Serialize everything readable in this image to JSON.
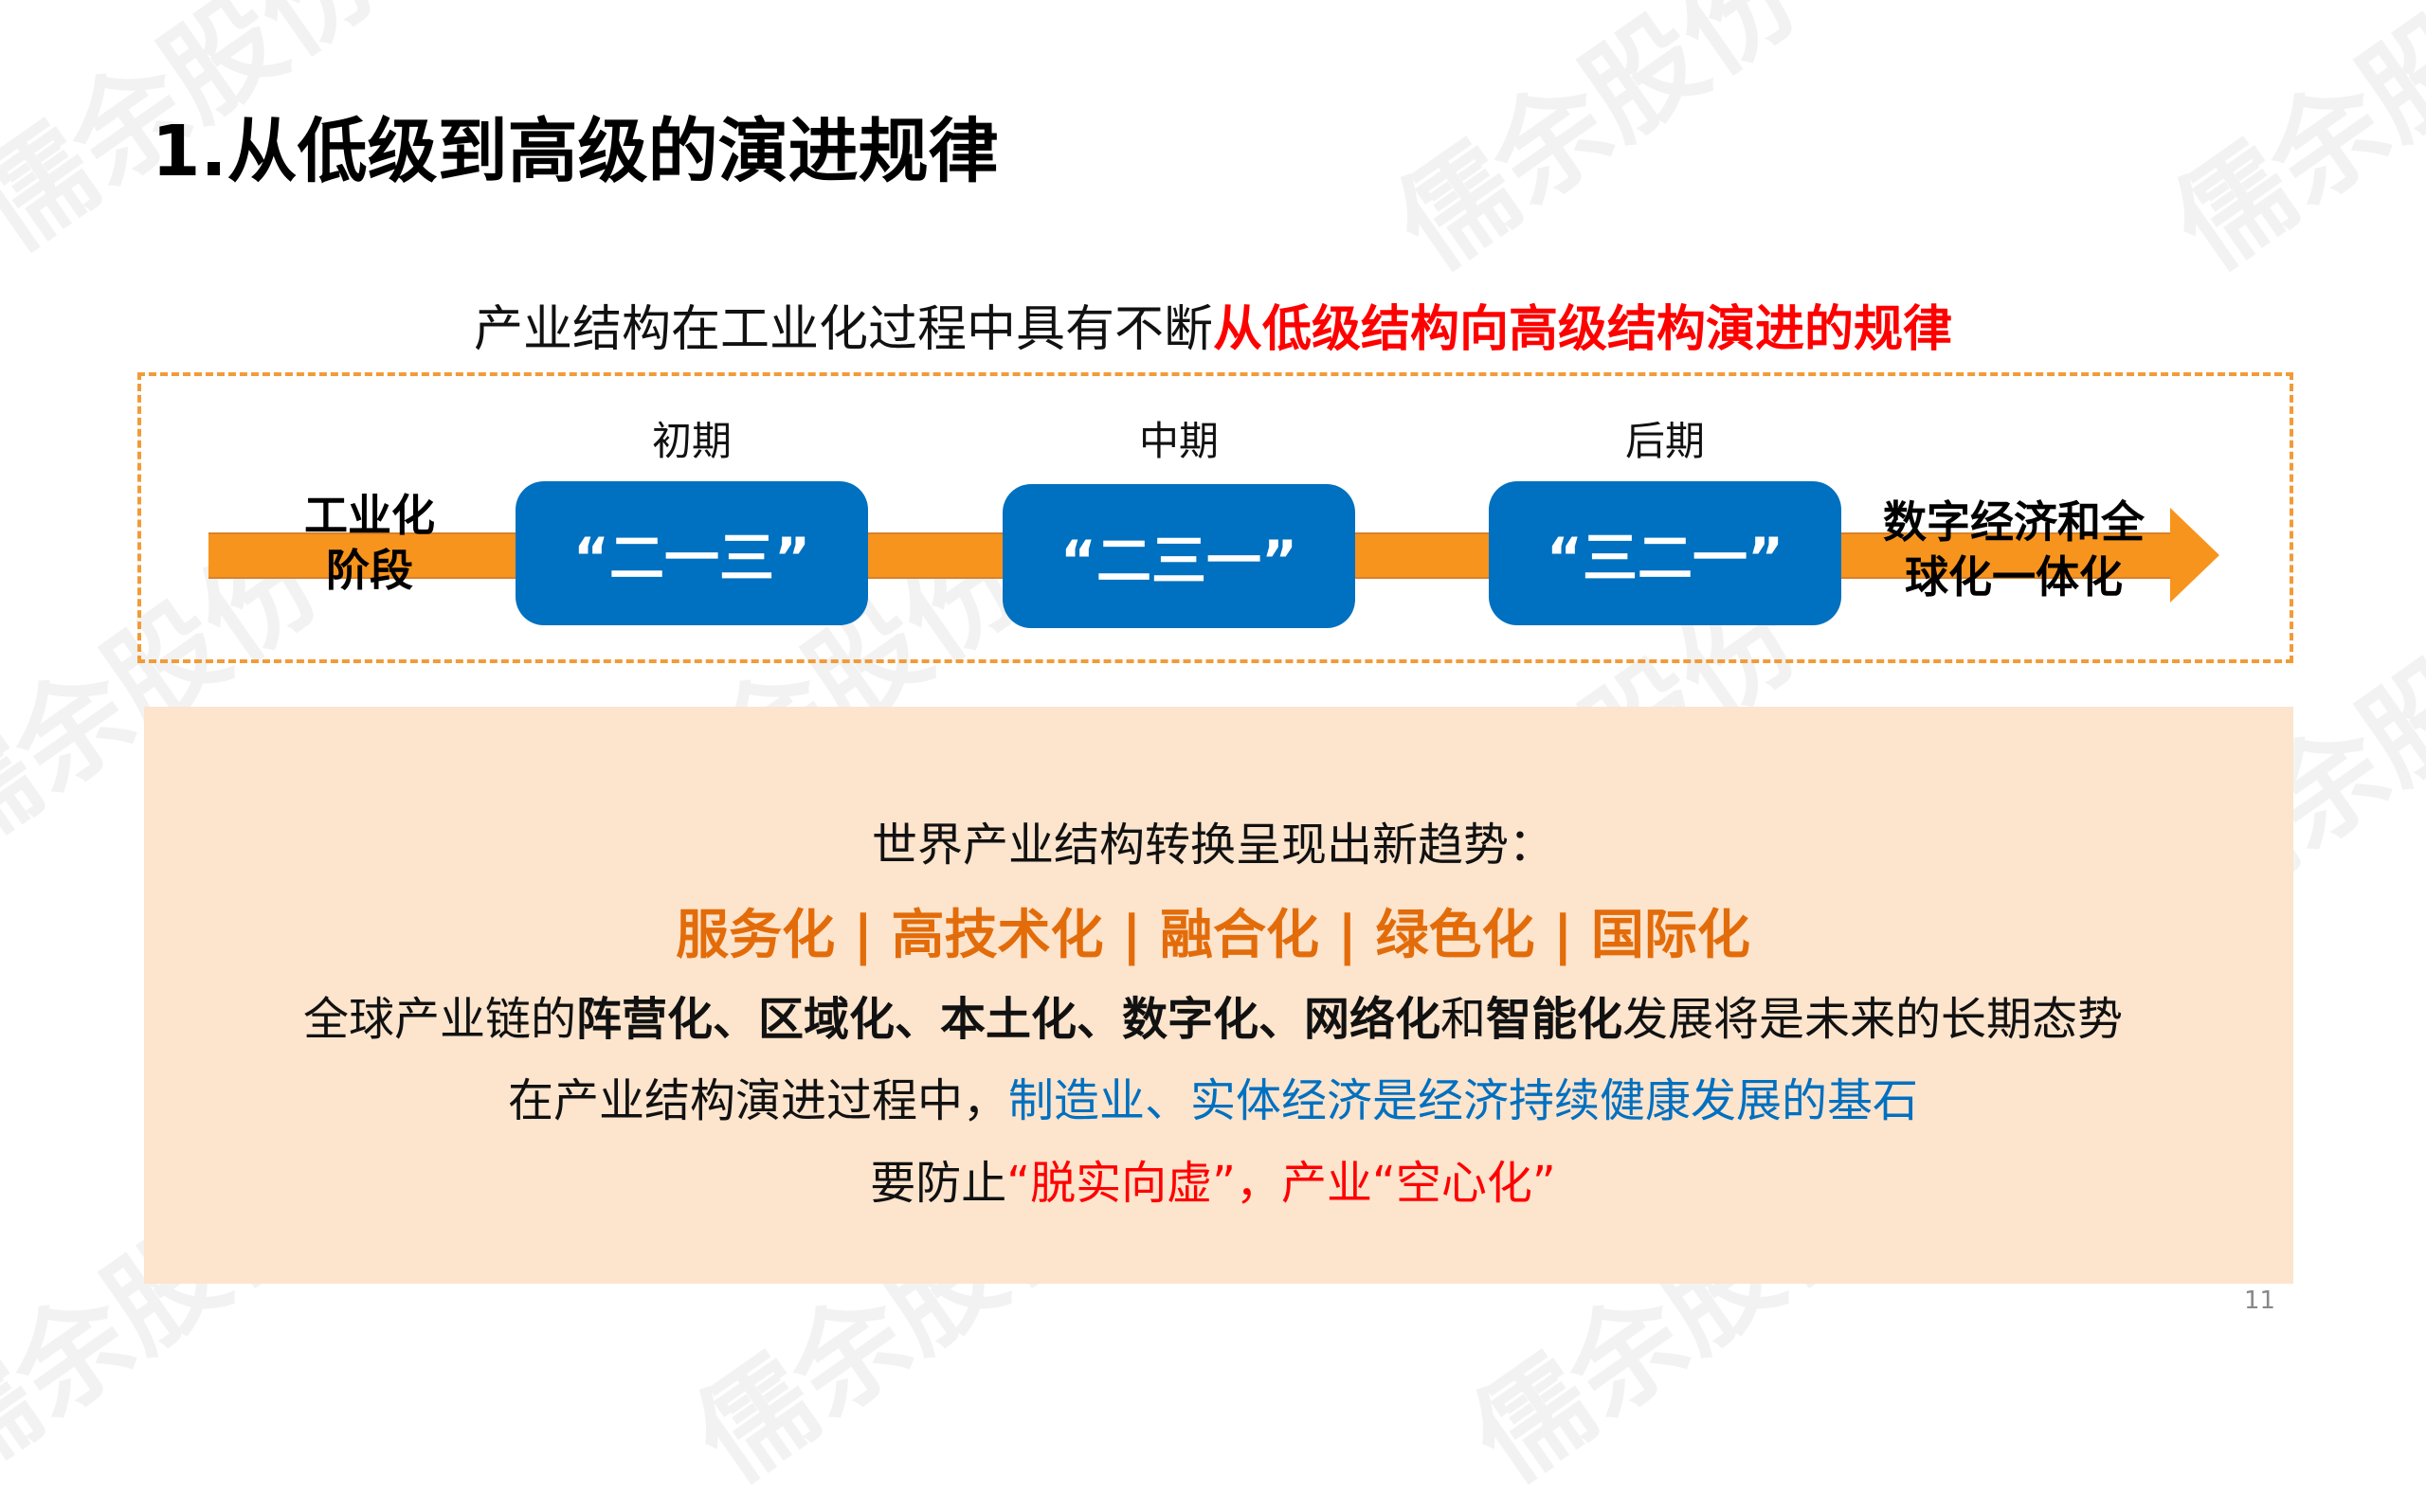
{
  "watermark": "儒余股份",
  "title": "1.从低级到高级的演进规律",
  "subtitle": {
    "plain": "产业结构在工业化过程中具有不断",
    "highlight": "从低级结构向高级结构演进的规律"
  },
  "timeline": {
    "start_label": [
      "工业化",
      "阶段"
    ],
    "end_label": [
      "数字经济和全",
      "球化一体化"
    ],
    "stages": [
      {
        "period": "初期",
        "structure": "“二一三”"
      },
      {
        "period": "中期",
        "structure": "“二三一”"
      },
      {
        "period": "后期",
        "structure": "“三二一”"
      }
    ]
  },
  "trends": {
    "heading": "世界产业结构转换呈现出新趋势：",
    "items": "服务化 | 高技术化 | 融合化  | 绿色化  | 国际化",
    "line1": {
      "a": "全球产业链的",
      "b": "阵营化、区域化、本土化、数字化、网络化",
      "c": "和",
      "d": "智能化",
      "e": "发展将是未来的长期态势"
    },
    "line2": {
      "a": "在产业结构演进过程中，",
      "b": "制造业、实体经济是经济持续健康发展的基石"
    },
    "line3": {
      "a": "要防止",
      "b": "“脱实向虚”，产业“空心化”"
    }
  },
  "page_number": "11",
  "colors": {
    "orange": "#e36c0a",
    "blue": "#0070c0",
    "red": "#ff0000",
    "arrow": "#f7941d",
    "panel": "#fce4cd"
  }
}
